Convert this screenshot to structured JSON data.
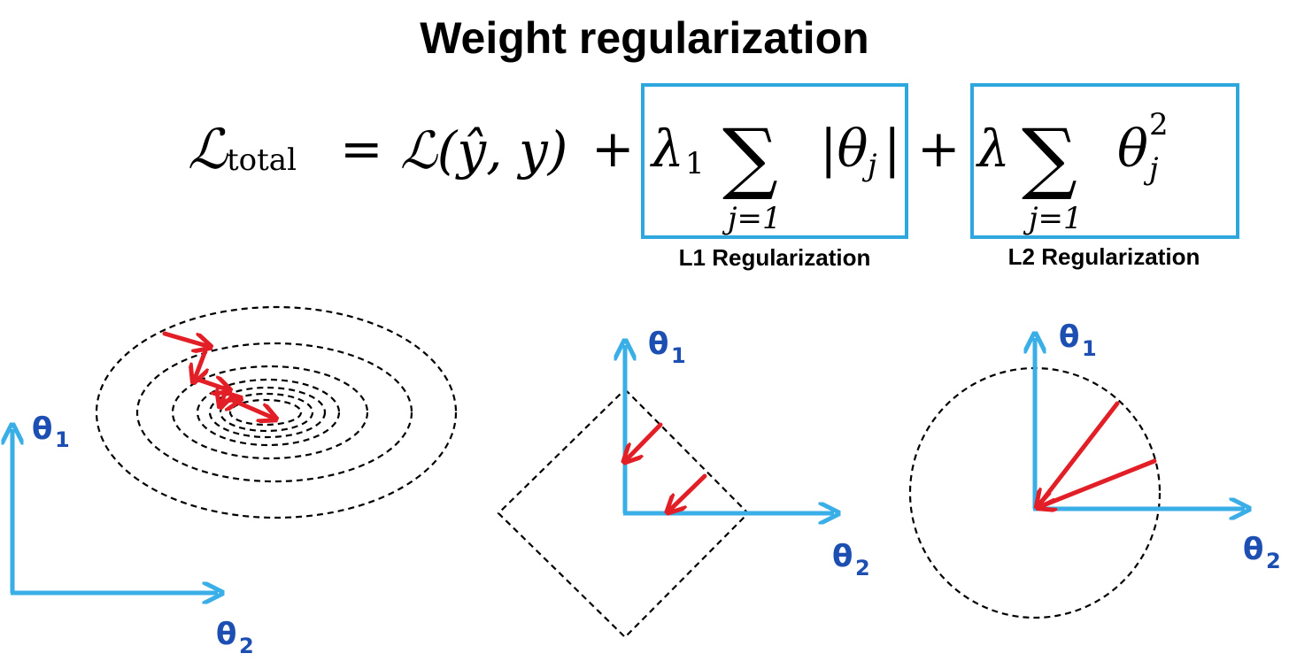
{
  "title": "Weight regularization",
  "equation": {
    "lhs_symbol": "ℒ",
    "lhs_subscript": "total",
    "equals": "=",
    "loss": "ℒ(ŷ, y)",
    "plus": "+",
    "l1_term": {
      "lambda": "λ",
      "lambda_subscript": "1",
      "sum": "∑",
      "sum_index": "j=1",
      "body": "|θ",
      "body_subscript": "j",
      "body_end": "|"
    },
    "l2_term": {
      "lambda": "λ",
      "sum": "∑",
      "sum_index": "j=1",
      "body": "θ",
      "body_superscript": "2",
      "body_subscript": "j"
    }
  },
  "labels": {
    "l1": "L1 Regularization",
    "l2": "L2 Regularization"
  },
  "axes": {
    "theta1": "θ",
    "theta1_sub": "1",
    "theta2": "θ",
    "theta2_sub": "2"
  },
  "colors": {
    "axis": "#3aaee6",
    "axis_label": "#1d4fb3",
    "arrow": "#e21f26",
    "box": "#2ea6de",
    "contour": "#000000"
  }
}
